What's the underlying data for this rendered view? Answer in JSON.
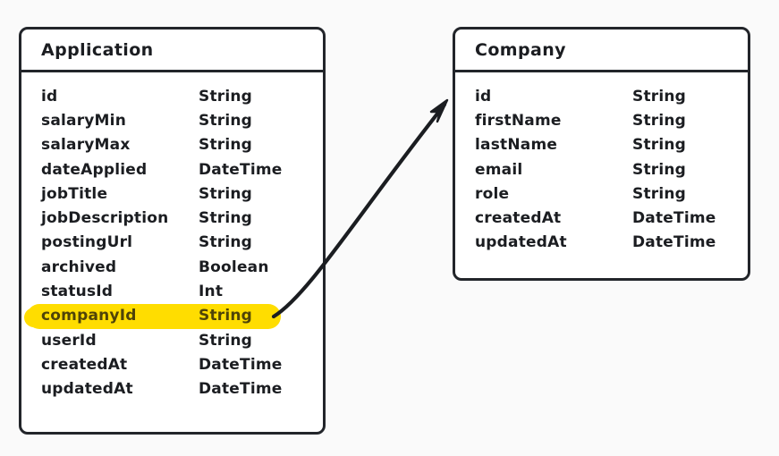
{
  "diagram": {
    "type": "entity-relationship-diagram",
    "background_color": "#fafafa",
    "border_color": "#22252a",
    "highlight_color": "#ffdd00",
    "text_color": "#1b1d21"
  },
  "entities": [
    {
      "name": "Application",
      "fields": [
        {
          "name": "id",
          "type": "String",
          "highlighted": false
        },
        {
          "name": "salaryMin",
          "type": "String",
          "highlighted": false
        },
        {
          "name": "salaryMax",
          "type": "String",
          "highlighted": false
        },
        {
          "name": "dateApplied",
          "type": "DateTime",
          "highlighted": false
        },
        {
          "name": "jobTitle",
          "type": "String",
          "highlighted": false
        },
        {
          "name": "jobDescription",
          "type": "String",
          "highlighted": false
        },
        {
          "name": "postingUrl",
          "type": "String",
          "highlighted": false
        },
        {
          "name": "archived",
          "type": "Boolean",
          "highlighted": false
        },
        {
          "name": "statusId",
          "type": "Int",
          "highlighted": false
        },
        {
          "name": "companyId",
          "type": "String",
          "highlighted": true
        },
        {
          "name": "userId",
          "type": "String",
          "highlighted": false
        },
        {
          "name": "createdAt",
          "type": "DateTime",
          "highlighted": false
        },
        {
          "name": "updatedAt",
          "type": "DateTime",
          "highlighted": false
        }
      ]
    },
    {
      "name": "Company",
      "fields": [
        {
          "name": "id",
          "type": "String",
          "highlighted": false
        },
        {
          "name": "firstName",
          "type": "String",
          "highlighted": false
        },
        {
          "name": "lastName",
          "type": "String",
          "highlighted": false
        },
        {
          "name": "email",
          "type": "String",
          "highlighted": false
        },
        {
          "name": "role",
          "type": "String",
          "highlighted": false
        },
        {
          "name": "createdAt",
          "type": "DateTime",
          "highlighted": false
        },
        {
          "name": "updatedAt",
          "type": "DateTime",
          "highlighted": false
        }
      ]
    }
  ],
  "connector": {
    "from_entity": "Application",
    "from_field": "companyId",
    "to_entity": "Company",
    "to_field": "id",
    "style": "hand-drawn-curved-arrow",
    "color": "#1b1d21"
  }
}
